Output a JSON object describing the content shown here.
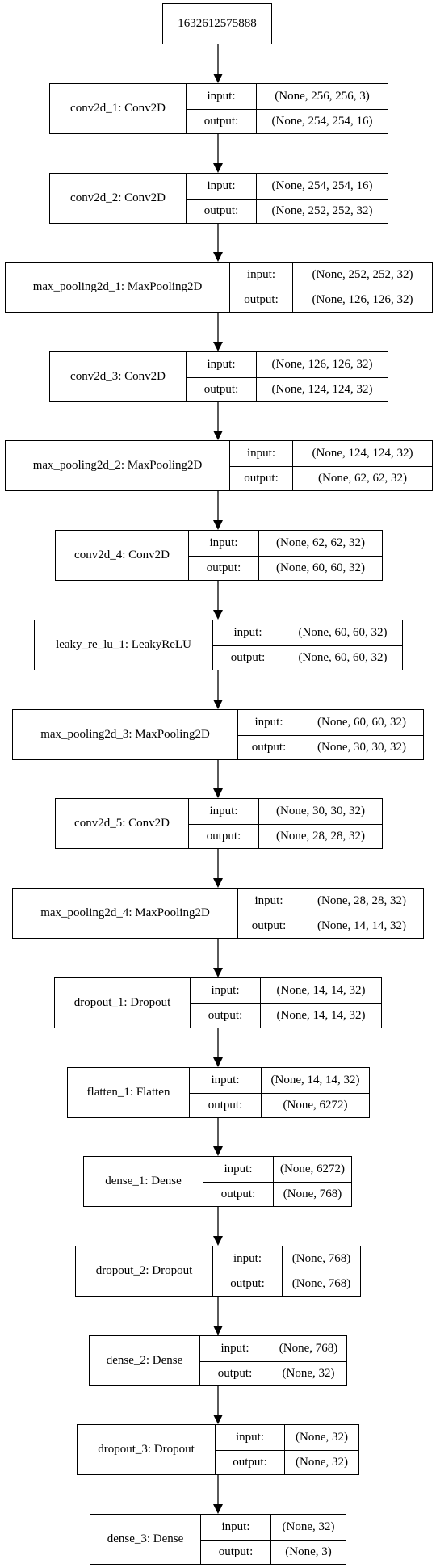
{
  "root": {
    "label": "1632612575888"
  },
  "io_labels": {
    "input": "input:",
    "output": "output:"
  },
  "layers": [
    {
      "name": "conv2d_1: Conv2D",
      "input": "(None, 256, 256, 3)",
      "output": "(None, 254, 254, 16)"
    },
    {
      "name": "conv2d_2: Conv2D",
      "input": "(None, 254, 254, 16)",
      "output": "(None, 252, 252, 32)"
    },
    {
      "name": "max_pooling2d_1: MaxPooling2D",
      "input": "(None, 252, 252, 32)",
      "output": "(None, 126, 126, 32)"
    },
    {
      "name": "conv2d_3: Conv2D",
      "input": "(None, 126, 126, 32)",
      "output": "(None, 124, 124, 32)"
    },
    {
      "name": "max_pooling2d_2: MaxPooling2D",
      "input": "(None, 124, 124, 32)",
      "output": "(None, 62, 62, 32)"
    },
    {
      "name": "conv2d_4: Conv2D",
      "input": "(None, 62, 62, 32)",
      "output": "(None, 60, 60, 32)"
    },
    {
      "name": "leaky_re_lu_1: LeakyReLU",
      "input": "(None, 60, 60, 32)",
      "output": "(None, 60, 60, 32)"
    },
    {
      "name": "max_pooling2d_3: MaxPooling2D",
      "input": "(None, 60, 60, 32)",
      "output": "(None, 30, 30, 32)"
    },
    {
      "name": "conv2d_5: Conv2D",
      "input": "(None, 30, 30, 32)",
      "output": "(None, 28, 28, 32)"
    },
    {
      "name": "max_pooling2d_4: MaxPooling2D",
      "input": "(None, 28, 28, 32)",
      "output": "(None, 14, 14, 32)"
    },
    {
      "name": "dropout_1: Dropout",
      "input": "(None, 14, 14, 32)",
      "output": "(None, 14, 14, 32)"
    },
    {
      "name": "flatten_1: Flatten",
      "input": "(None, 14, 14, 32)",
      "output": "(None, 6272)"
    },
    {
      "name": "dense_1: Dense",
      "input": "(None, 6272)",
      "output": "(None, 768)"
    },
    {
      "name": "dropout_2: Dropout",
      "input": "(None, 768)",
      "output": "(None, 768)"
    },
    {
      "name": "dense_2: Dense",
      "input": "(None, 768)",
      "output": "(None, 32)"
    },
    {
      "name": "dropout_3: Dropout",
      "input": "(None, 32)",
      "output": "(None, 32)"
    },
    {
      "name": "dense_3: Dense",
      "input": "(None, 32)",
      "output": "(None, 3)"
    }
  ]
}
